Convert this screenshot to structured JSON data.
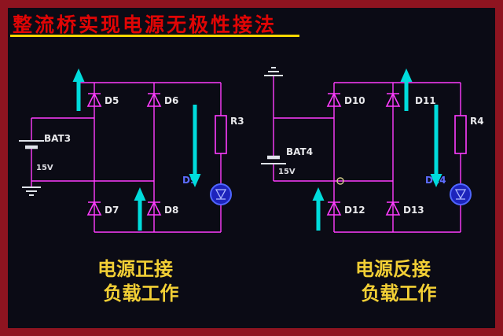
{
  "title": {
    "text": "整流桥实现电源无极性接法"
  },
  "colors": {
    "frame": "#8e1420",
    "canvas": "#0b0b15",
    "wire": "#ff3dff",
    "arrow": "#00dcdc",
    "component_label": "#e9e9ec",
    "title": "#e00505",
    "underline": "#ffd800",
    "caption": "#f2cf35",
    "led_body": "#1d24bc",
    "led_ring": "#4f66ff",
    "led_label": "#5d6dff"
  },
  "left_circuit": {
    "battery_name": "BAT3",
    "battery_voltage": "15V",
    "diode_top_left": "D5",
    "diode_top_right": "D6",
    "diode_bottom_left": "D7",
    "diode_bottom_right": "D8",
    "resistor": "R3",
    "led": "D9",
    "caption_line1": "电源正接",
    "caption_line2": "负载工作"
  },
  "right_circuit": {
    "battery_name": "BAT4",
    "battery_voltage": "15V",
    "diode_top_left": "D10",
    "diode_top_right": "D11",
    "diode_bottom_left": "D12",
    "diode_bottom_right": "D13",
    "resistor": "R4",
    "led": "D14",
    "caption_line1": "电源反接",
    "caption_line2": "负载工作"
  }
}
